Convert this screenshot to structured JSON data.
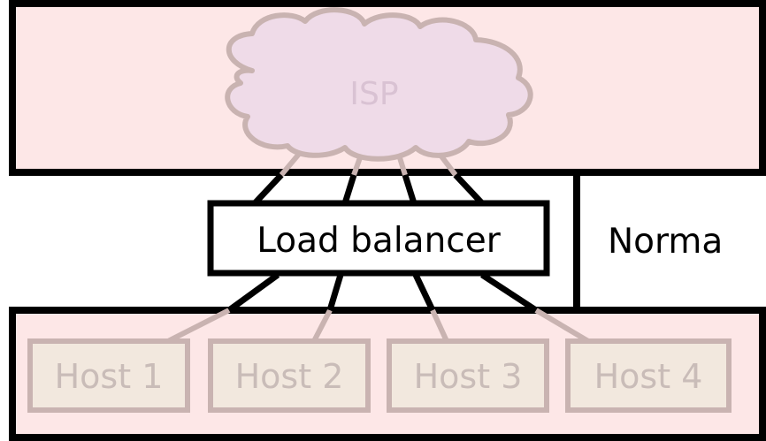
{
  "diagram": {
    "cloud_label": "ISP",
    "load_balancer_label": "Load balancer",
    "side_label": "Norma",
    "hosts": [
      {
        "label": "Host 1"
      },
      {
        "label": "Host 2"
      },
      {
        "label": "Host 3"
      },
      {
        "label": "Host 4"
      }
    ]
  },
  "colors": {
    "region_fill": "#fde7e7",
    "outline": "#000000",
    "cloud_fill": "#efdbe8",
    "cloud_stroke": "#c9b3b1",
    "faded_stroke": "#c9b3b1",
    "host_fill": "#f2e8de",
    "host_text": "#c9bcb8",
    "label_text": "#000000",
    "lb_fill": "#ffffff"
  }
}
